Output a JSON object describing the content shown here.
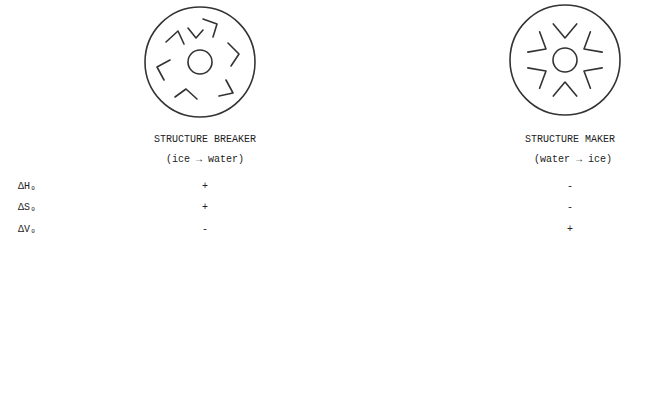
{
  "diagram": {
    "labels": [
      "STRUCTURE BREAKER",
      "(ice → water)",
      "STRUCTURE MAKER",
      "(water → ice)",
      "ΔH₀",
      "+",
      "-",
      "ΔS₀",
      "+",
      "-",
      "ΔV₀",
      "-",
      "+"
    ]
  }
}
